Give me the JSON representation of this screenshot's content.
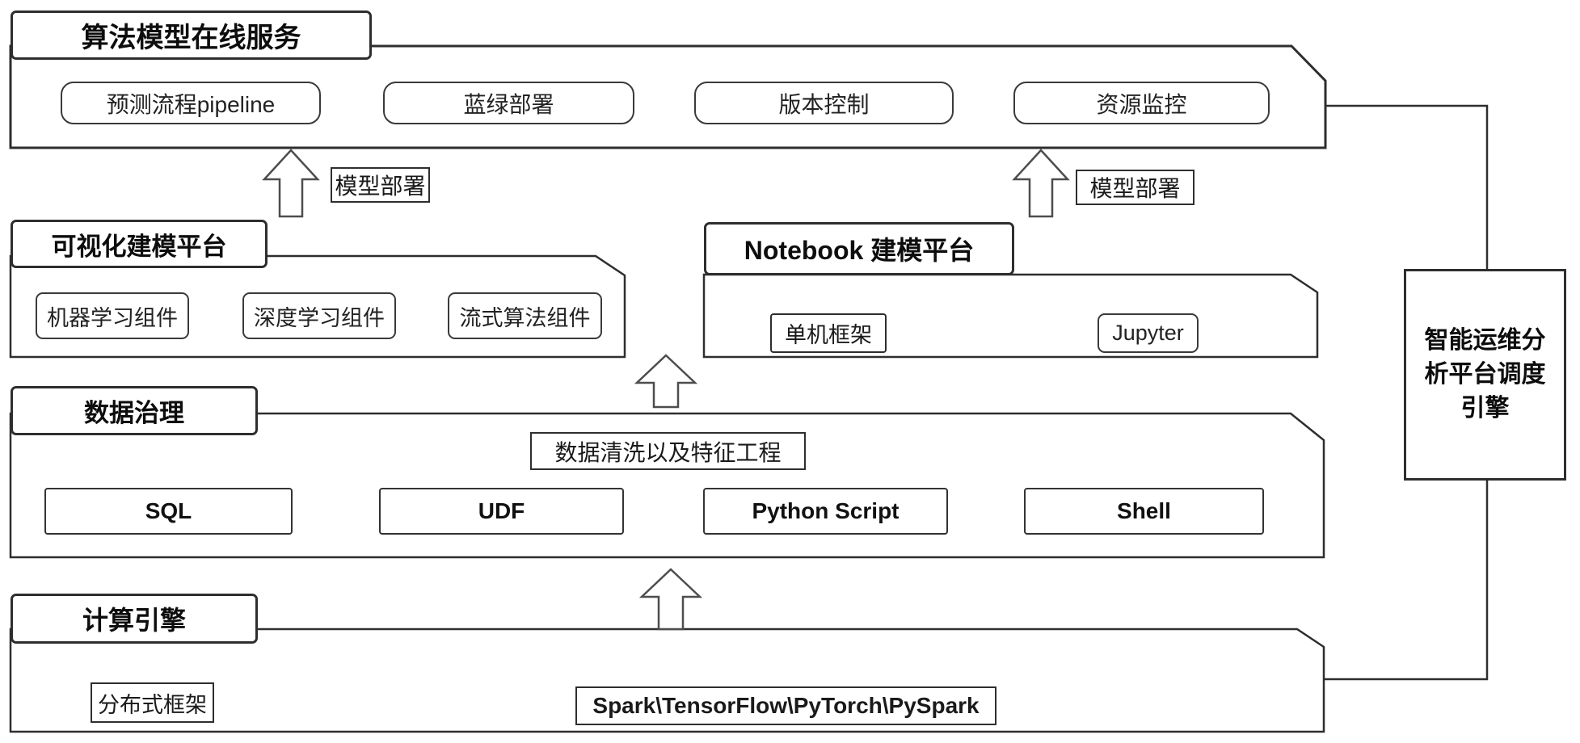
{
  "diagram": {
    "layers": {
      "online_service": {
        "title": "算法模型在线服务",
        "items": [
          "预测流程pipeline",
          "蓝绿部署",
          "版本控制",
          "资源监控"
        ]
      },
      "visual_modeling": {
        "title": "可视化建模平台",
        "items": [
          "机器学习组件",
          "深度学习组件",
          "流式算法组件"
        ]
      },
      "notebook": {
        "title": "Notebook 建模平台",
        "items": [
          "单机框架",
          "Jupyter"
        ]
      },
      "data_governance": {
        "title": "数据治理",
        "note": "数据清洗以及特征工程",
        "items": [
          "SQL",
          "UDF",
          "Python Script",
          "Shell"
        ]
      },
      "compute_engine": {
        "title": "计算引擎",
        "note": "分布式框架",
        "items": [
          "Spark\\TensorFlow\\PyTorch\\PySpark"
        ]
      }
    },
    "arrows": {
      "deploy_left": "模型部署",
      "deploy_right": "模型部署"
    },
    "scheduler": {
      "title": "智能运维分析平台调度引擎"
    },
    "colors": {
      "line": "#2e2e2e",
      "arrow_line": "#4d4d4d",
      "text": "#111111",
      "background": "#ffffff"
    }
  }
}
